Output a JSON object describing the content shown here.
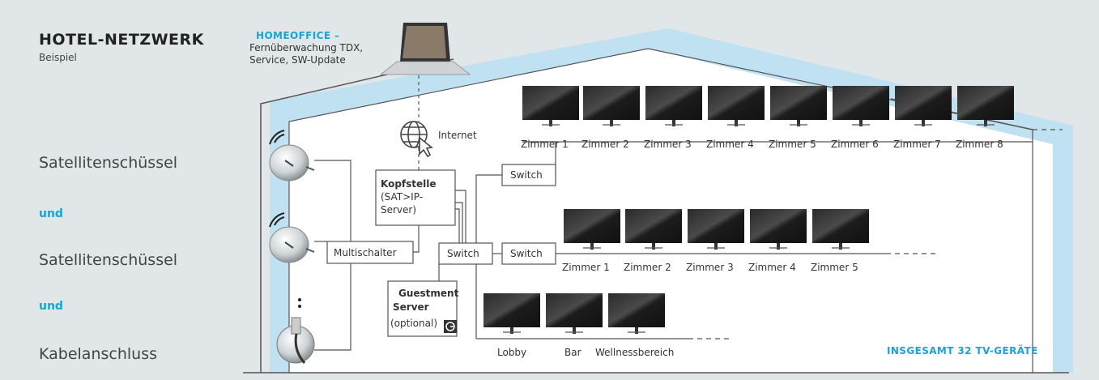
{
  "header": {
    "title": "HOTEL-NETZWERK",
    "subtitle": "Beispiel"
  },
  "sources": [
    {
      "label": "Satellitenschüssel",
      "icon": "satellite-dish-icon"
    },
    {
      "connector": "und"
    },
    {
      "label": "Satellitenschüssel",
      "icon": "satellite-dish-icon"
    },
    {
      "connector": "und"
    },
    {
      "label": "Kabelanschluss",
      "icon": "cable-connector-icon"
    }
  ],
  "homeoffice": {
    "heading": "HOMEOFFICE –",
    "text": "Fernüberwachung TDX,\nService, SW-Update",
    "icon": "laptop-icon"
  },
  "internet": {
    "label": "Internet",
    "icon": "globe-cursor-icon"
  },
  "devices": {
    "kopfstelle": {
      "title": "Kopfstelle",
      "detail1": "(SAT>IP-",
      "detail2": "Server)"
    },
    "multischalter": "Multischalter",
    "switch_center": "Switch",
    "switch_top": "Switch",
    "switch_mid": "Switch",
    "guestment": {
      "line1": "Guestment",
      "line2": "Server",
      "detail": "(optional)",
      "icon": "guestment-logo-icon"
    }
  },
  "rooms_top": [
    "Zimmer 1",
    "Zimmer 2",
    "Zimmer 3",
    "Zimmer 4",
    "Zimmer 5",
    "Zimmer 6",
    "Zimmer 7",
    "Zimmer 8"
  ],
  "rooms_mid": [
    "Zimmer 1",
    "Zimmer 2",
    "Zimmer 3",
    "Zimmer 4",
    "Zimmer 5"
  ],
  "rooms_bottom": [
    "Lobby",
    "Bar",
    "Wellnessbereich"
  ],
  "total": "INSGESAMT 32 TV-GERÄTE",
  "colors": {
    "accent": "#1aa3d5",
    "house_band": "#bfe1f2",
    "background": "#e1e7e9",
    "line": "#555555"
  }
}
